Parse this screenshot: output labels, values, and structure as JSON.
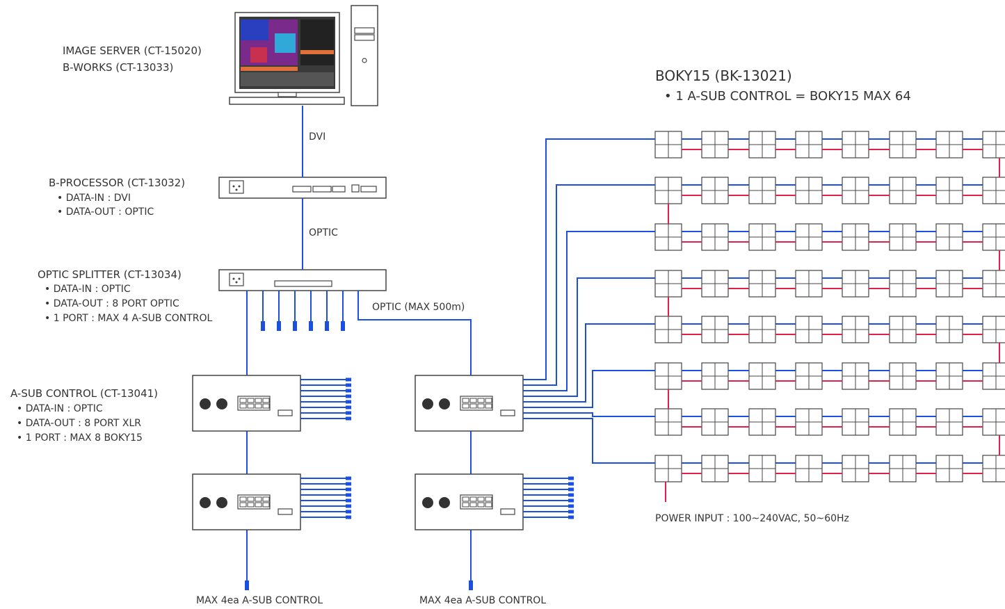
{
  "image_server": {
    "line1": "IMAGE SERVER (CT-15020)",
    "line2": "B-WORKS (CT-13033)"
  },
  "b_processor": {
    "title": "B-PROCESSOR (CT-13032)",
    "bullets": [
      "• DATA-IN : DVI",
      "• DATA-OUT : OPTIC"
    ]
  },
  "optic_splitter": {
    "title": "OPTIC SPLITTER (CT-13034)",
    "bullets": [
      "• DATA-IN : OPTIC",
      "• DATA-OUT : 8 PORT OPTIC",
      "• 1 PORT : MAX 4 A-SUB CONTROL"
    ]
  },
  "a_sub": {
    "title": "A-SUB CONTROL (CT-13041)",
    "bullets": [
      "• DATA-IN : OPTIC",
      "• DATA-OUT : 8 PORT XLR",
      "• 1 PORT : MAX 8 BOKY15"
    ]
  },
  "boky": {
    "title": "BOKY15 (BK-13021)",
    "subtitle": "• 1 A-SUB CONTROL = BOKY15 MAX 64"
  },
  "links": {
    "dvi": "DVI",
    "optic": "OPTIC",
    "optic_max": "OPTIC (MAX 500m)"
  },
  "power_input": "POWER INPUT : 100~240VAC, 50~60Hz",
  "max_label_left": "MAX 4ea A-SUB CONTROL",
  "max_label_right": "MAX 4ea A-SUB CONTROL",
  "colors": {
    "data_line": "#1a4fe0",
    "power_line": "#e0204a",
    "device_stroke": "#444444"
  }
}
